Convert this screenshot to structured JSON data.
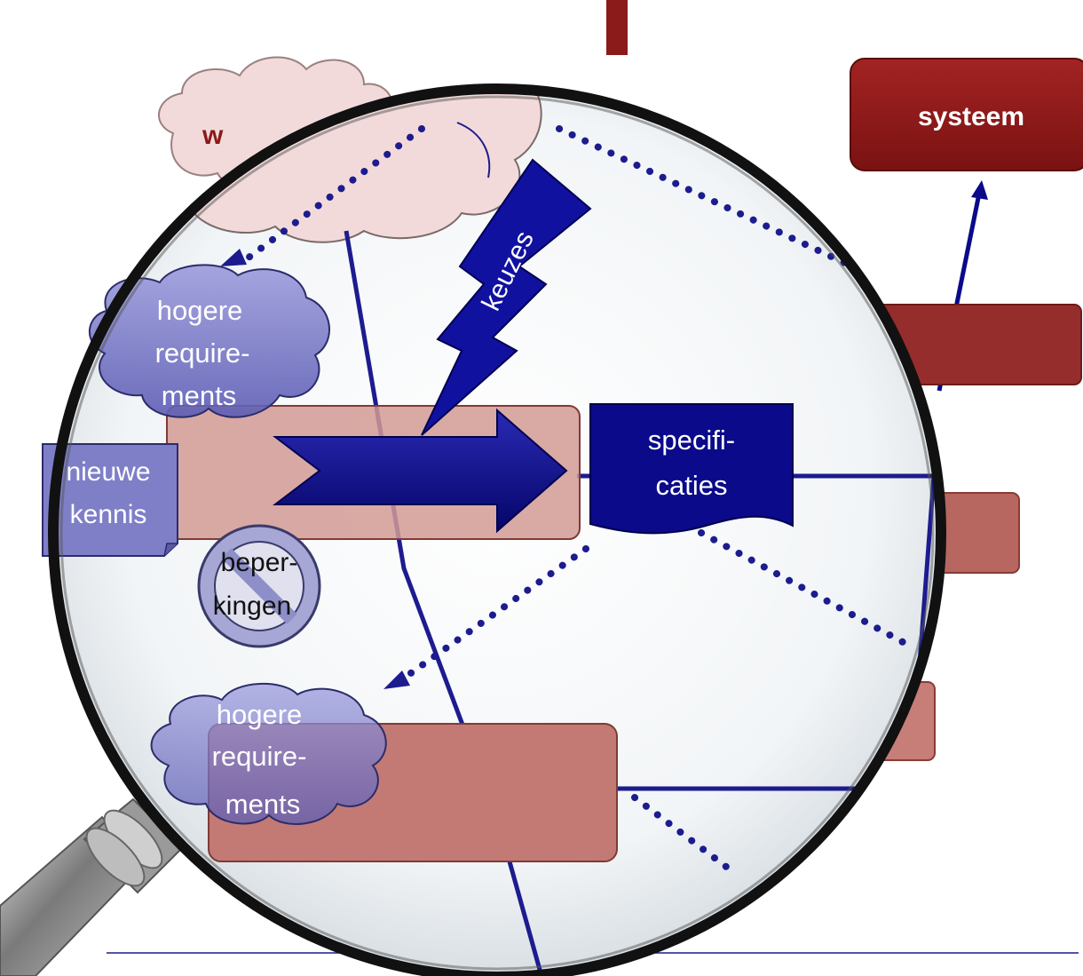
{
  "labels": {
    "systeem": "systeem",
    "cloud_top_partial": "w",
    "keuzes": "keuzes",
    "hogere_req_top": [
      "hogere",
      "require-",
      "ments"
    ],
    "nieuwe_kennis": [
      "nieuwe",
      "kennis"
    ],
    "specificaties": [
      "specifi-",
      "caties"
    ],
    "beperkingen": [
      "beper-",
      "kingen"
    ],
    "hogere_req_bottom": [
      "hogere",
      "require-",
      "ments"
    ]
  },
  "colors": {
    "dark_red": "#8b1a1a",
    "box_red": "#a94442",
    "box_fill_light": "#c77e78",
    "navy": "#0a0a8a",
    "line_navy": "#1c1c8f",
    "cloud_pink": "#f3dada",
    "cloud_purple": "#7f7fc8",
    "lens_rim": "#111111",
    "handle_grey": "#8c8c8c"
  },
  "icons": {
    "magnifier": "magnifier-icon",
    "prohibition": "prohibition-icon",
    "lightning": "lightning-icon",
    "arrow": "big-arrow-icon"
  }
}
